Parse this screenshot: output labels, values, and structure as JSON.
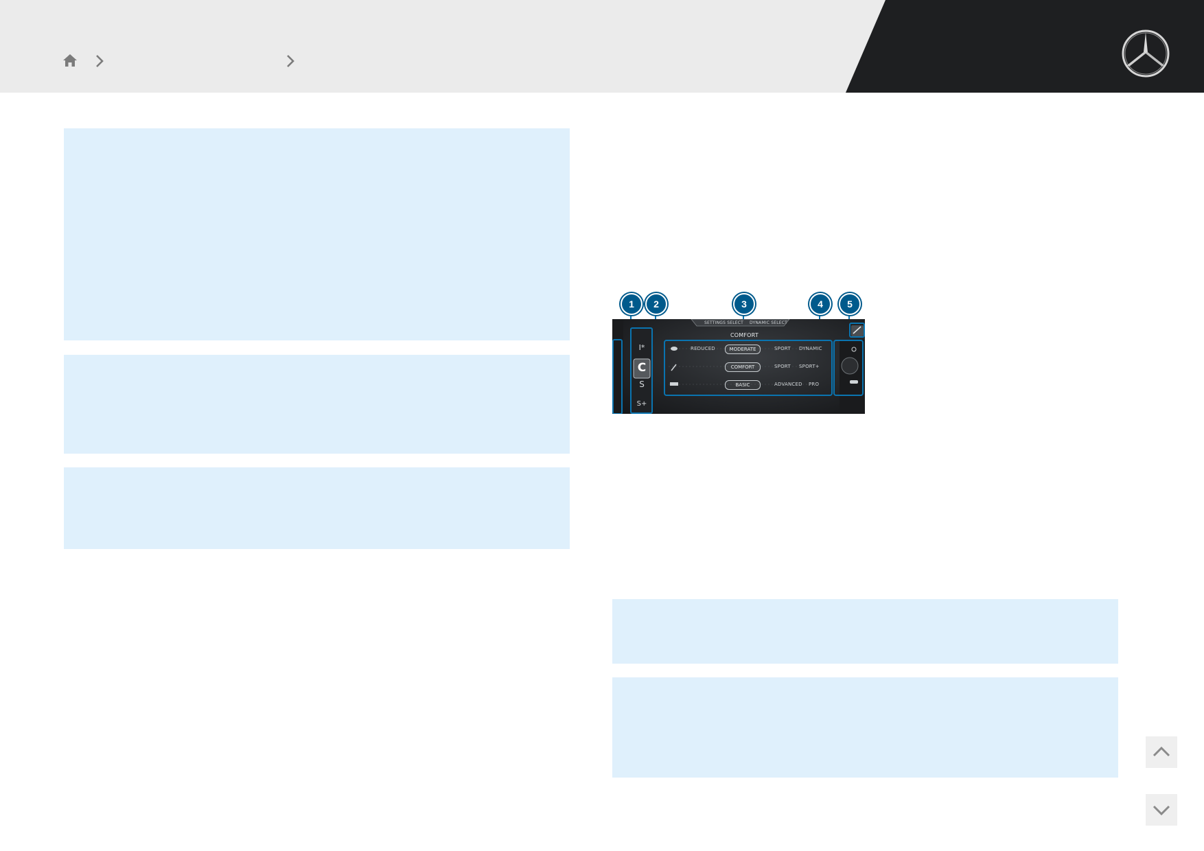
{
  "header": {
    "breadcrumb": [
      {
        "icon": "home-icon"
      },
      {
        "icon": "chevron-right-icon"
      },
      {
        "icon": "chevron-right-icon"
      }
    ],
    "brand": "mercedes-star-logo",
    "colors": {
      "bar": "#ebebeb",
      "dark_panel": "#1e1f21"
    }
  },
  "note_boxes": {
    "color": "#dff0fc"
  },
  "figure": {
    "tabs": {
      "left": "SETTINGS SELECT",
      "right": "DYNAMIC SELECT"
    },
    "mode_title": "COMFORT",
    "gears": [
      "I*",
      "C",
      "S",
      "S+"
    ],
    "gear_selected": "C",
    "rows": [
      {
        "icon": "cloud-icon",
        "options": [
          "REDUCED",
          "MODERATE",
          "SPORT",
          "DYNAMIC"
        ],
        "selected": "MODERATE"
      },
      {
        "icon": "pen-icon",
        "options": [
          "COMFORT",
          "SPORT",
          "SPORT+"
        ],
        "selected": "COMFORT"
      },
      {
        "icon": "road-icon",
        "options": [
          "BASIC",
          "ADVANCED",
          "PRO"
        ],
        "selected": "BASIC"
      }
    ],
    "callouts": [
      "1",
      "2",
      "3",
      "4",
      "5"
    ],
    "highlight_color": "#0a74b0",
    "callout_color": "#005a8c"
  },
  "scroll": {
    "up": "chevron-up-icon",
    "down": "chevron-down-icon"
  }
}
